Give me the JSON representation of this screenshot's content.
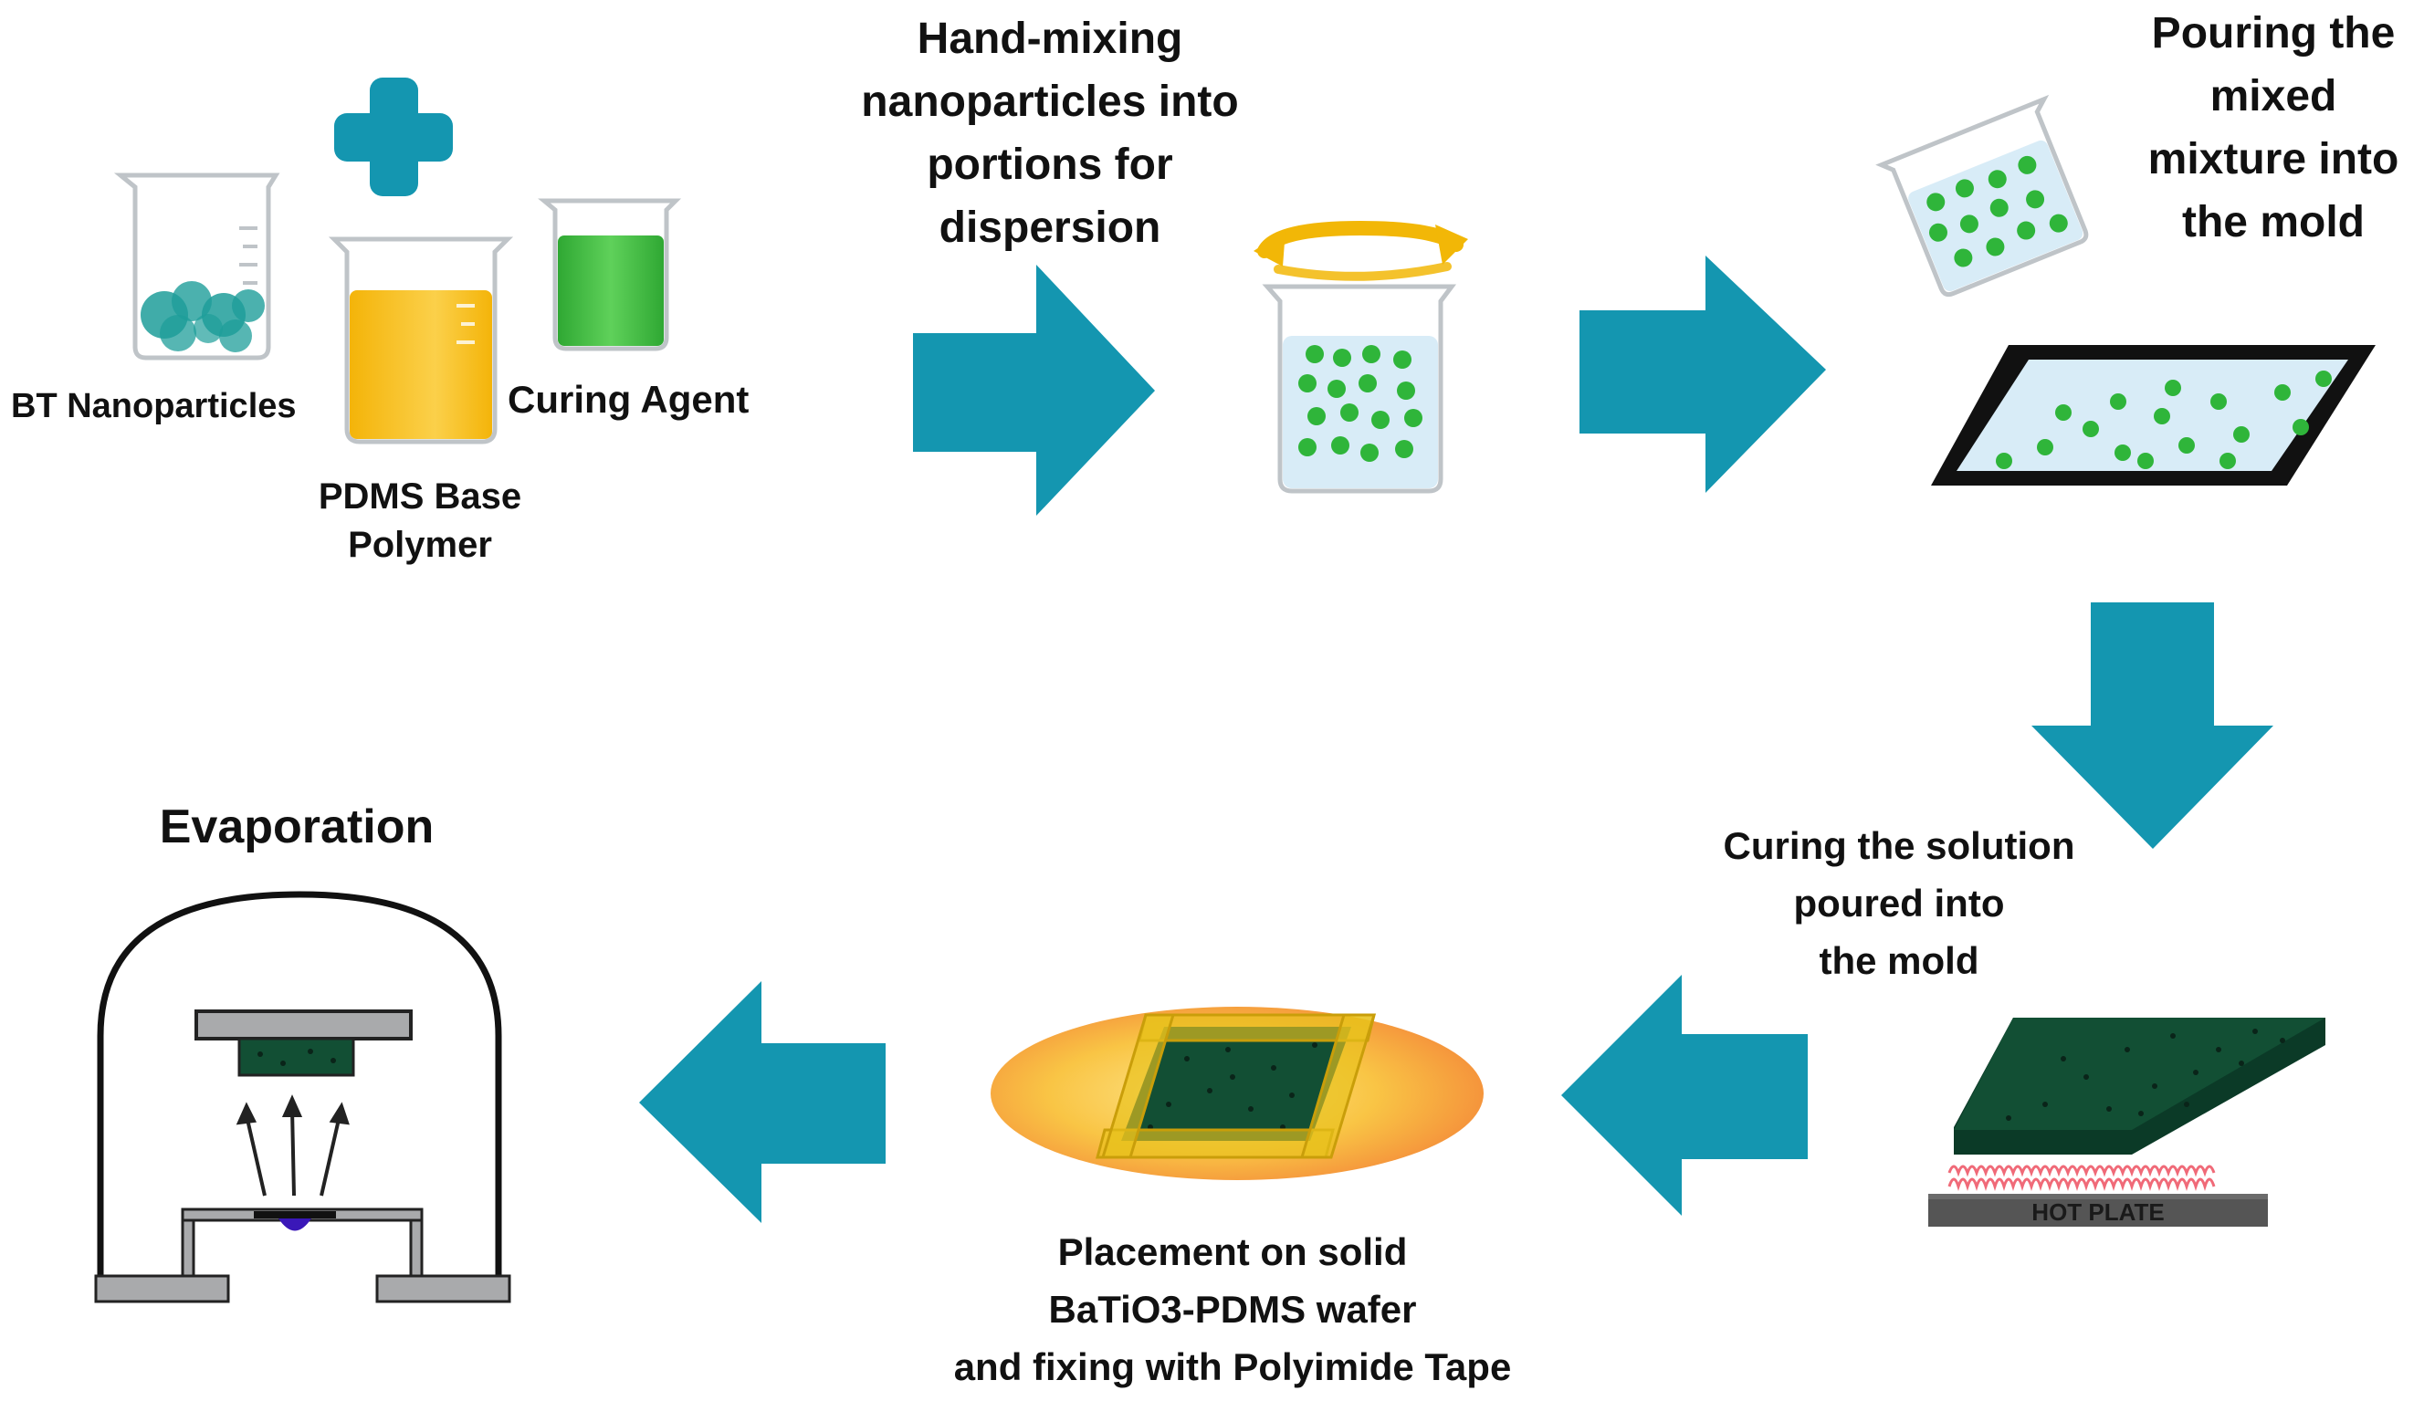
{
  "colors": {
    "arrow": "#1496b0",
    "plus": "#1496b0",
    "particle_green": "#2fb53a",
    "bt_particles": "#1e9e9a",
    "base_polymer": "#f7be16",
    "curing_agent": "#3cc43a",
    "mixture_liquid": "#d8ecf7",
    "cured_film": "#124f34",
    "tape": "#e8c21c",
    "wafer_glow": "#f7a23a",
    "heater_coils": "#f06a78",
    "hot_plate": "#555555",
    "chamber_boat": "#3a17b8"
  },
  "icons": [
    "plus-icon",
    "beaker-icon",
    "rotation-arrows-icon",
    "mold-icon",
    "hot-plate-icon",
    "vacuum-chamber-icon"
  ],
  "steps": {
    "ingredients": {
      "bt_label": "BT Nanoparticles",
      "base_label_1": "PDMS Base",
      "base_label_2": "Polymer",
      "curing_label": "Curing Agent"
    },
    "mixing": {
      "line1": "Hand-mixing",
      "line2": "nanoparticles into",
      "line3": "portions for",
      "line4": "dispersion"
    },
    "pouring": {
      "line1": "Pouring the",
      "line2": "mixed",
      "line3": "mixture into",
      "line4": "the mold"
    },
    "curing": {
      "line1": "Curing the solution",
      "line2": "poured into",
      "line3": "the mold",
      "hot_plate_label": "HOT PLATE"
    },
    "placement": {
      "line1": "Placement on solid",
      "line2": "BaTiO3-PDMS wafer",
      "line3": "and fixing with Polyimide Tape"
    },
    "evaporation": {
      "title": "Evaporation"
    }
  }
}
